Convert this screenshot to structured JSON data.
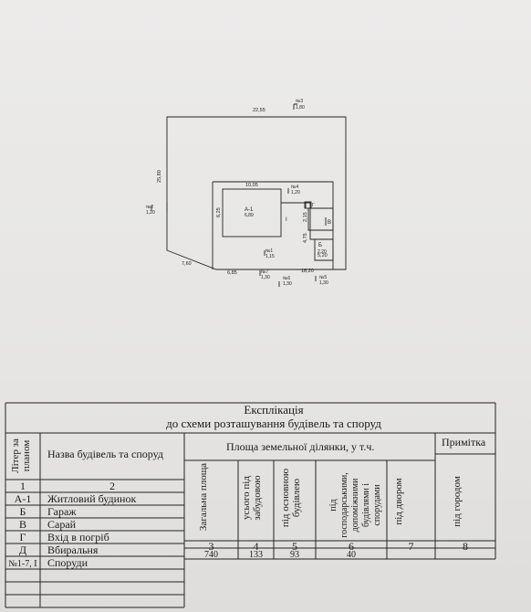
{
  "plan": {
    "dims": {
      "top": "22,55",
      "left_side": "25,80",
      "diag": "7,60",
      "bottom_left": "6,85",
      "bottom_right": "18,20",
      "house_w": "10,05",
      "house_h": "6,25",
      "inner_h": "4,75",
      "small_h": "2,15",
      "b_w": "5,20"
    },
    "labels": {
      "house": "А-1",
      "house_area": "6,89",
      "shed": "В",
      "garage": "Б",
      "garage_area": "2,20",
      "yard": "I",
      "vg": "Г",
      "nd": "№1",
      "n2": "№2",
      "n3": "№3",
      "n4": "№4",
      "n5": "№5",
      "n6": "№6",
      "n7": "№7"
    },
    "fence_values": {
      "n1": "1,15",
      "n2": "1,20",
      "n3": "1,80",
      "n4": "1,20",
      "n5": "1,30",
      "n6": "1,30",
      "n7": "1,30"
    }
  },
  "table": {
    "title_line1": "Експлікація",
    "title_line2": "до схеми розташування будівель та споруд",
    "col_litera": "Літер за планом",
    "col_name": "Назва будівель та споруд",
    "col_area": "Площа земельної ділянки, у т.ч.",
    "col_note": "Примітка",
    "sub_total": "Загальна площа",
    "sub_built": "усього під забудовою",
    "sub_main": "під основною будівлею",
    "sub_aux": "під господарськими, допоміжними будівлями і спорудами",
    "sub_yard": "під двором",
    "sub_garden": "під городом",
    "num1": "1",
    "num2": "2",
    "num3": "3",
    "num4": "4",
    "num5": "5",
    "num6": "6",
    "num7": "7",
    "num8": "8",
    "rows": [
      {
        "lit": "А-1",
        "name": "Житловий будинок"
      },
      {
        "lit": "Б",
        "name": "Гараж"
      },
      {
        "lit": "В",
        "name": "Сарай"
      },
      {
        "lit": "Г",
        "name": "Вхід в погріб"
      },
      {
        "lit": "Д",
        "name": "Вбиральня"
      },
      {
        "lit": "№1-7, І",
        "name": "Споруди"
      }
    ],
    "values": {
      "total": "740",
      "built": "133",
      "main": "93",
      "aux": "40"
    }
  }
}
